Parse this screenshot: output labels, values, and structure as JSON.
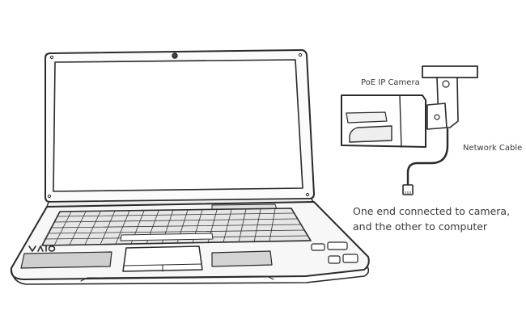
{
  "labels": {
    "camera": "PoE IP Camera",
    "cable": "Network Cable",
    "note_line1": "One end connected to camera,",
    "note_line2": "and the other to computer"
  },
  "laptop": {
    "brand": "VAIO"
  },
  "colors": {
    "stroke": "#2a2a2a",
    "text": "#3a3a3a",
    "background": "#ffffff"
  }
}
